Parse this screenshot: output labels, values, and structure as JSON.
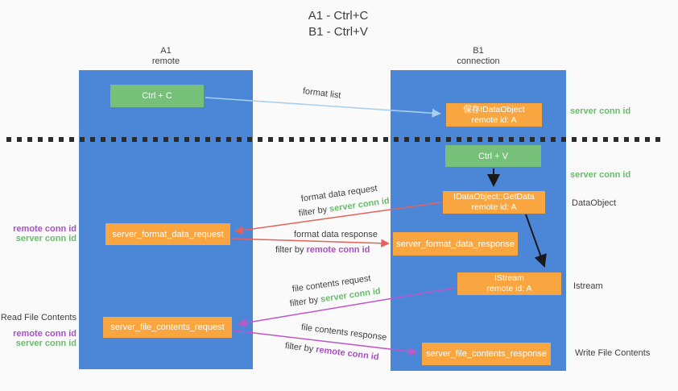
{
  "title": {
    "line1": "A1 - Ctrl+C",
    "line2": "B1 - Ctrl+V"
  },
  "columns": {
    "a": {
      "name": "A1",
      "role": "remote"
    },
    "b": {
      "name": "B1",
      "role": "connection"
    }
  },
  "nodes": {
    "ctrl_c": {
      "label": "Ctrl + C"
    },
    "save_dataobject": {
      "line1": "保存IDataObject",
      "line2": "remote id: A"
    },
    "ctrl_v": {
      "label": "Ctrl + V"
    },
    "getdata": {
      "line1": "IDataObject::GetData",
      "line2": "remote id: A"
    },
    "format_request": {
      "label": "server_format_data_request"
    },
    "format_response": {
      "label": "server_format_data_response"
    },
    "istream": {
      "line1": "IStream",
      "line2": "remote id: A"
    },
    "file_request": {
      "label": "server_file_contents_request"
    },
    "file_response": {
      "label": "server_file_contents_response"
    }
  },
  "flow_labels": {
    "format_list": "format list",
    "format_data_request": "format data request",
    "format_data_response": "format data response",
    "file_contents_request": "file contents request",
    "file_contents_response": "file contents response",
    "filter_by": "filter by ",
    "server_conn_id": "server conn id",
    "remote_conn_id": "remote conn id"
  },
  "side_labels": {
    "server_conn_id_top": "server conn id",
    "server_conn_id_mid": "server conn id",
    "dataobject": "DataObject",
    "istream": "Istream",
    "write_file_contents": "Write File Contents",
    "read_file_contents": "Read File Contents",
    "remote_conn_id_1": "remote conn id",
    "server_conn_id_1": "server conn id",
    "remote_conn_id_2": "remote conn id",
    "server_conn_id_2": "server conn id"
  },
  "colors": {
    "column_blue": "#4c86d6",
    "box_green": "#76c07a",
    "box_orange": "#f9a640",
    "green_text": "#68bd6b",
    "purple_text": "#a84fc4",
    "arrow_blue": "#a8cff0",
    "arrow_red": "#e5625c",
    "arrow_magenta": "#c256c8",
    "arrow_black": "#1a1a1a"
  }
}
